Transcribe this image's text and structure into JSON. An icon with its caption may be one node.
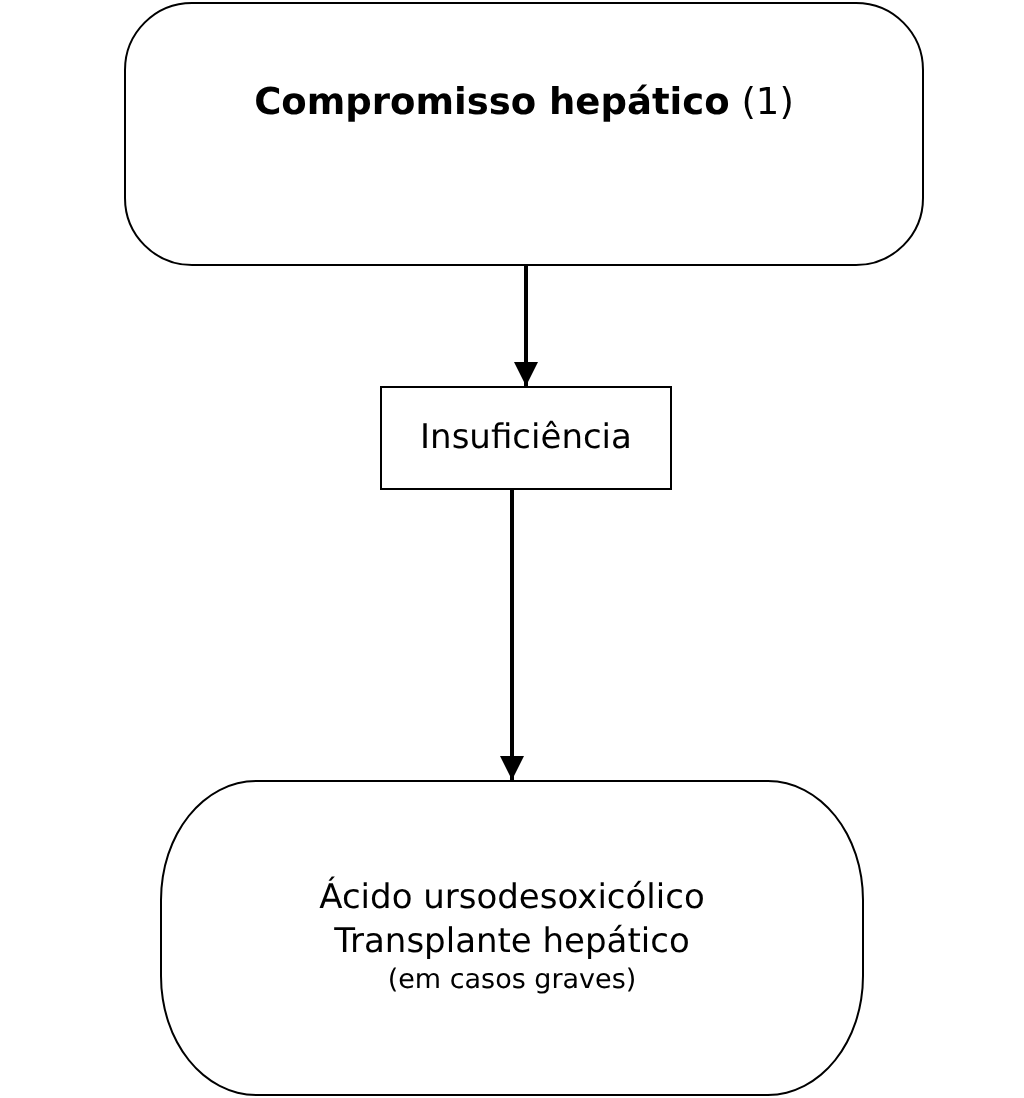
{
  "diagram": {
    "nodes": [
      {
        "text": [
          "**Compromisso hepático** (1)"
        ]
      },
      {
        "text": [
          "Insuficiência"
        ]
      },
      {
        "text": [
          "Ácido ursodesoxicólico",
          "Transplante hepático",
          "(em casos graves)"
        ]
      }
    ],
    "edges": [
      {
        "from": 0,
        "to": 1,
        "arrow": "to"
      },
      {
        "from": 1,
        "to": 2,
        "arrow": "to"
      }
    ]
  }
}
